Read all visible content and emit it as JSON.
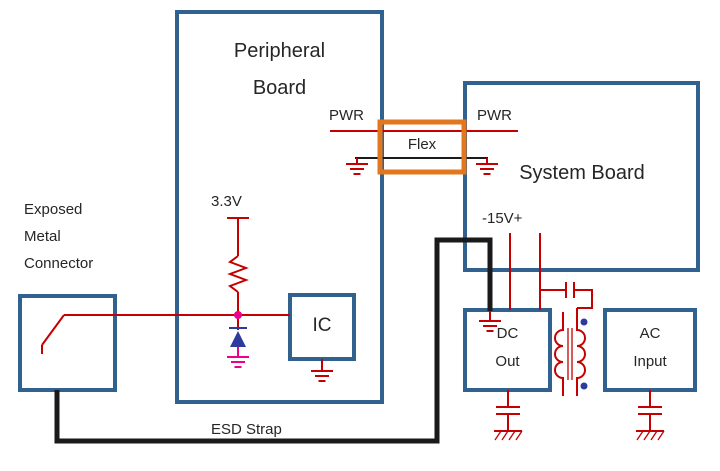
{
  "boards": {
    "peripheral": {
      "line1": "Peripheral",
      "line2": "Board"
    },
    "system": {
      "label": "System Board"
    }
  },
  "flex": {
    "label": "Flex"
  },
  "power": {
    "pwr_left": "PWR",
    "pwr_right": "PWR",
    "supply": "3.3V",
    "rail": "-15V+"
  },
  "connector": {
    "line1": "Exposed",
    "line2": "Metal",
    "line3": "Connector"
  },
  "ic": {
    "label": "IC"
  },
  "psu": {
    "dc_out": {
      "line1": "DC",
      "line2": "Out"
    },
    "ac_input": {
      "line1": "AC",
      "line2": "Input"
    }
  },
  "esd": {
    "strap": "ESD Strap"
  },
  "colors": {
    "board_border": "#31618f",
    "flex_border": "#e2771d",
    "wire_red": "#c40000",
    "wire_black": "#1a1a1a",
    "node_magenta": "#ec008c",
    "diode_blue": "#2d3a9e",
    "text": "#262626"
  }
}
